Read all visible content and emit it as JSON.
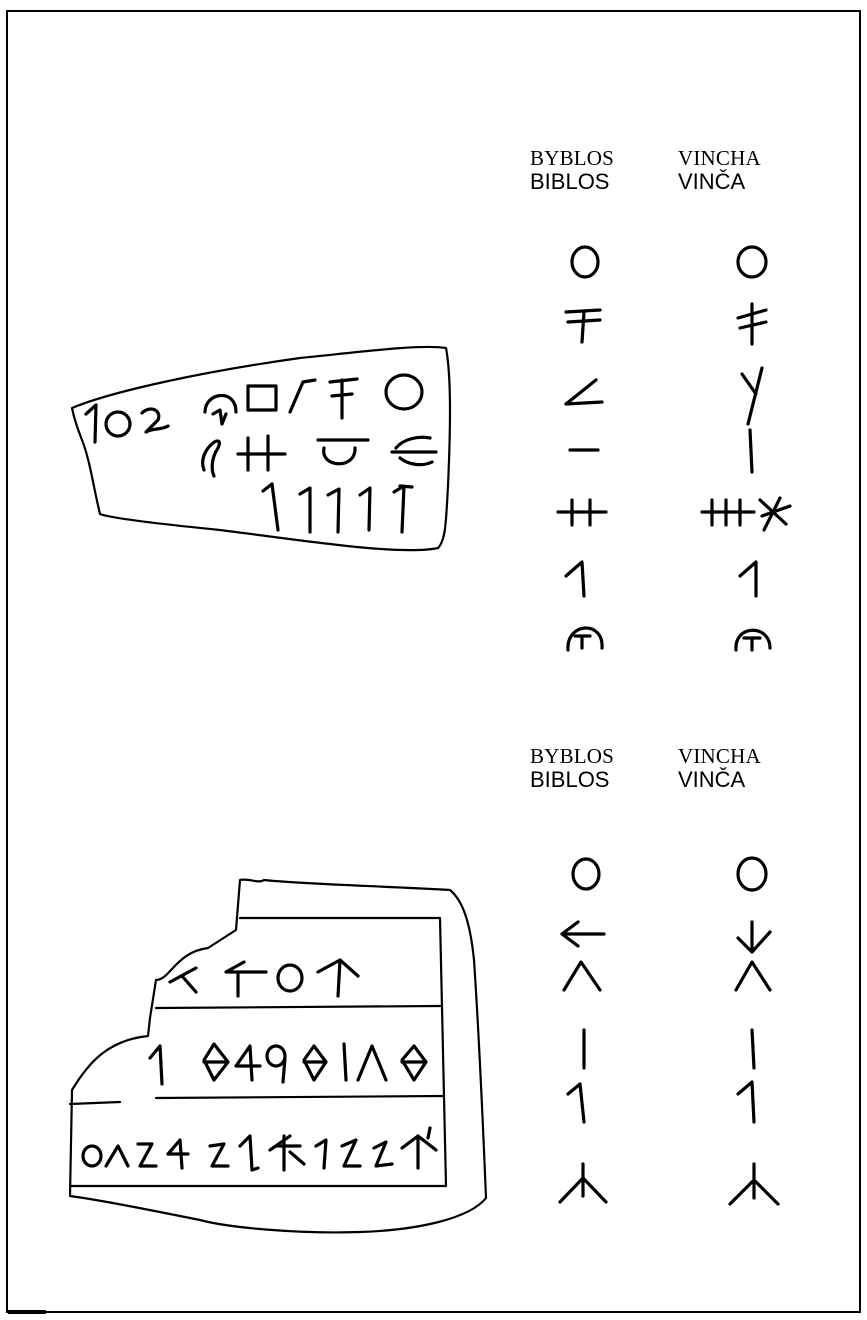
{
  "section1": {
    "header_left": {
      "line1": "BYBLOS",
      "line2": "BIBLOS"
    },
    "header_right": {
      "line1": "VINCHA",
      "line2": "VINČA"
    },
    "rows": [
      "circle",
      "trident-cross",
      "angle",
      "dash",
      "double-cross",
      "hook",
      "domed-tau"
    ]
  },
  "section2": {
    "header_left": {
      "line1": "BYBLOS",
      "line2": "BIBLOS"
    },
    "header_right": {
      "line1": "VINCHA",
      "line2": "VINČA"
    },
    "rows": [
      "circle",
      "arrow",
      "caret",
      "vertical-bar",
      "hook",
      "trident"
    ]
  }
}
